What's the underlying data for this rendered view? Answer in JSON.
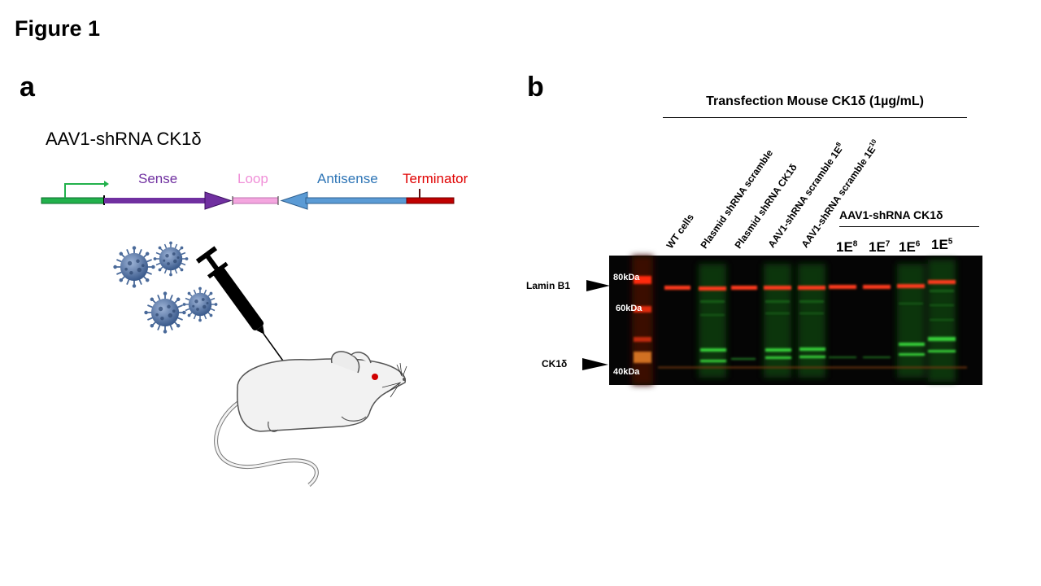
{
  "figure_title": "Figure 1",
  "panel_a": {
    "label": "a",
    "construct_title": "AAV1-shRNA CK1δ",
    "segments": {
      "sense": "Sense",
      "loop": "Loop",
      "antisense": "Antisense",
      "terminator": "Terminator"
    },
    "colors": {
      "promoter": "#22b14c",
      "sense": "#7030a0",
      "loop": "#f08fd8",
      "antisense": "#5b9bd5",
      "terminator": "#c00000"
    }
  },
  "panel_b": {
    "label": "b",
    "transfection_title": "Transfection Mouse CK1δ (1µg/mL)",
    "lanes": [
      {
        "text": "WT cells",
        "sup": ""
      },
      {
        "text": "Plasmid shRNA scramble",
        "sup": ""
      },
      {
        "text": "Plasmid shRNA CK1δ",
        "sup": ""
      },
      {
        "text": "AAV1-shRNA scramble 1E",
        "sup": "8"
      },
      {
        "text": "AAV1-shRNA scramble 1E",
        "sup": "10"
      }
    ],
    "aav_group_label": "AAV1-shRNA CK1δ",
    "doses": [
      {
        "base": "1E",
        "exp": "8"
      },
      {
        "base": "1E",
        "exp": "7"
      },
      {
        "base": "1E",
        "exp": "6"
      },
      {
        "base": "1E",
        "exp": "5"
      }
    ],
    "bands": {
      "lamin": "Lamin B1",
      "ck1d": "CK1δ"
    },
    "markers": {
      "m80": "80kDa",
      "m60": "60kDa",
      "m40": "40kDa"
    },
    "colors": {
      "blot_bg": "#050505",
      "red_band": "#ff3b1a",
      "green_band": "#39d13a"
    }
  }
}
